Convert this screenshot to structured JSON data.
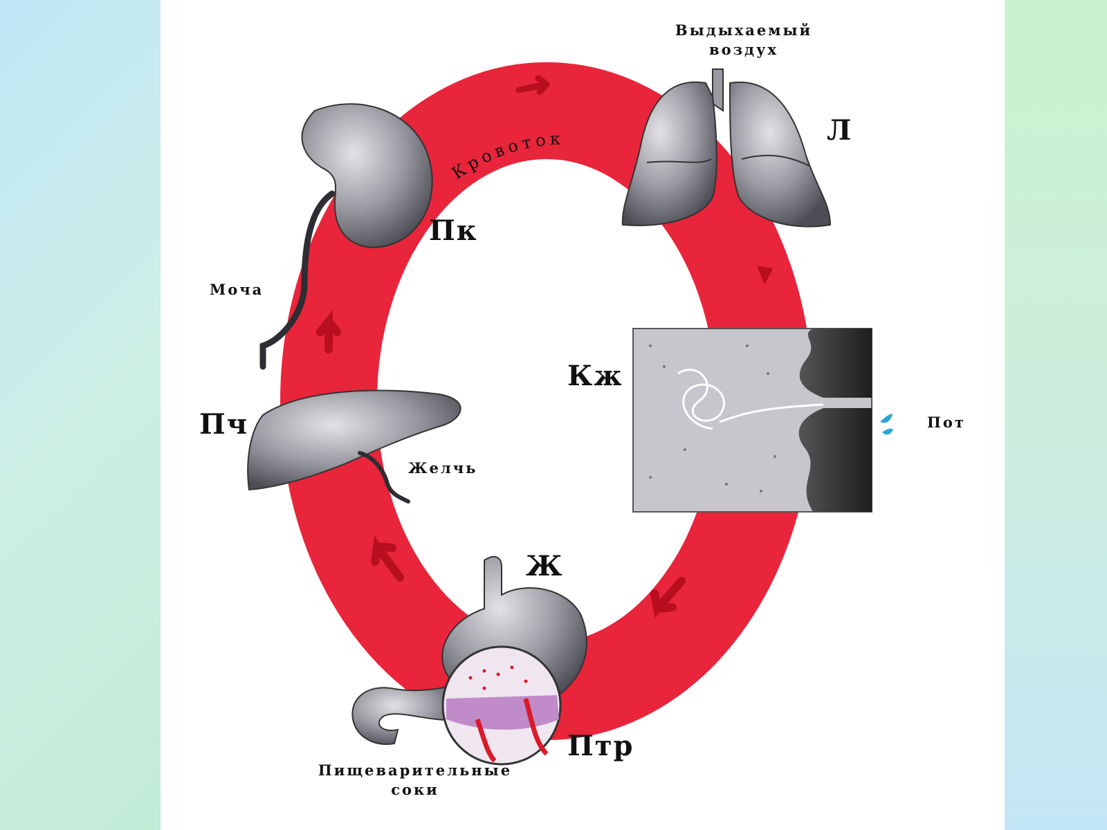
{
  "labels": {
    "exhaled_air": "Выдыхаемый\nвоздух",
    "lungs": "Л",
    "kidney": "Пк",
    "blood_flow": "Кровоток",
    "urine": "Моча",
    "liver": "Пч",
    "bile": "Желчь",
    "skin": "Кж",
    "sweat": "Пот",
    "stomach": "Ж",
    "intestine_glands": "Птр",
    "digestive_juices": "Пищеварительные\nсоки"
  },
  "colors": {
    "blood_ring": "#e8253a",
    "arrow": "#b80f1e",
    "organ": "#9a9aa2",
    "organ_dark": "#4d4d55",
    "skin_tissue": "#c6c6cc",
    "sweat_drop": "#2aa6d6"
  }
}
